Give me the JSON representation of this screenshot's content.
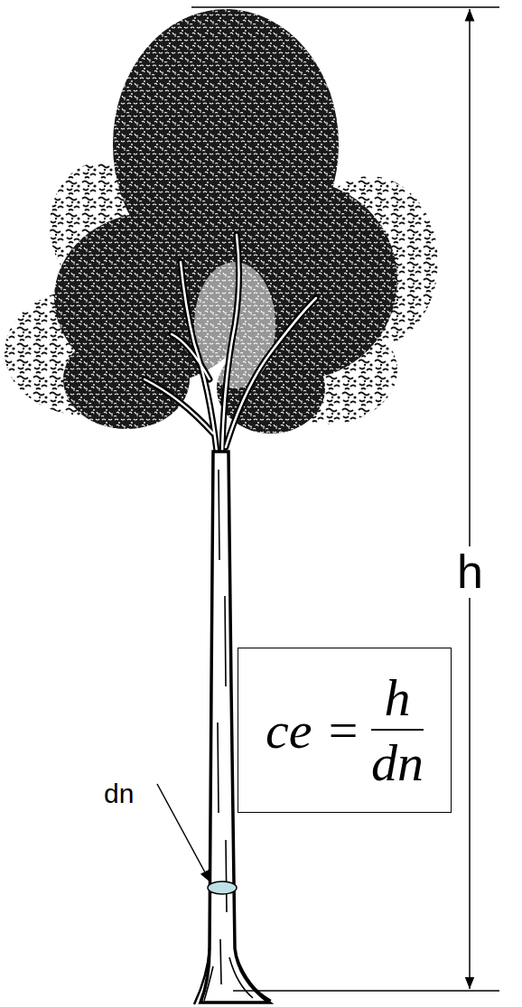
{
  "diagram": {
    "nodes": [
      {
        "text": [
          "ce =",
          "h",
          "dn"
        ]
      }
    ],
    "labels": [
      "h",
      "dn"
    ]
  }
}
